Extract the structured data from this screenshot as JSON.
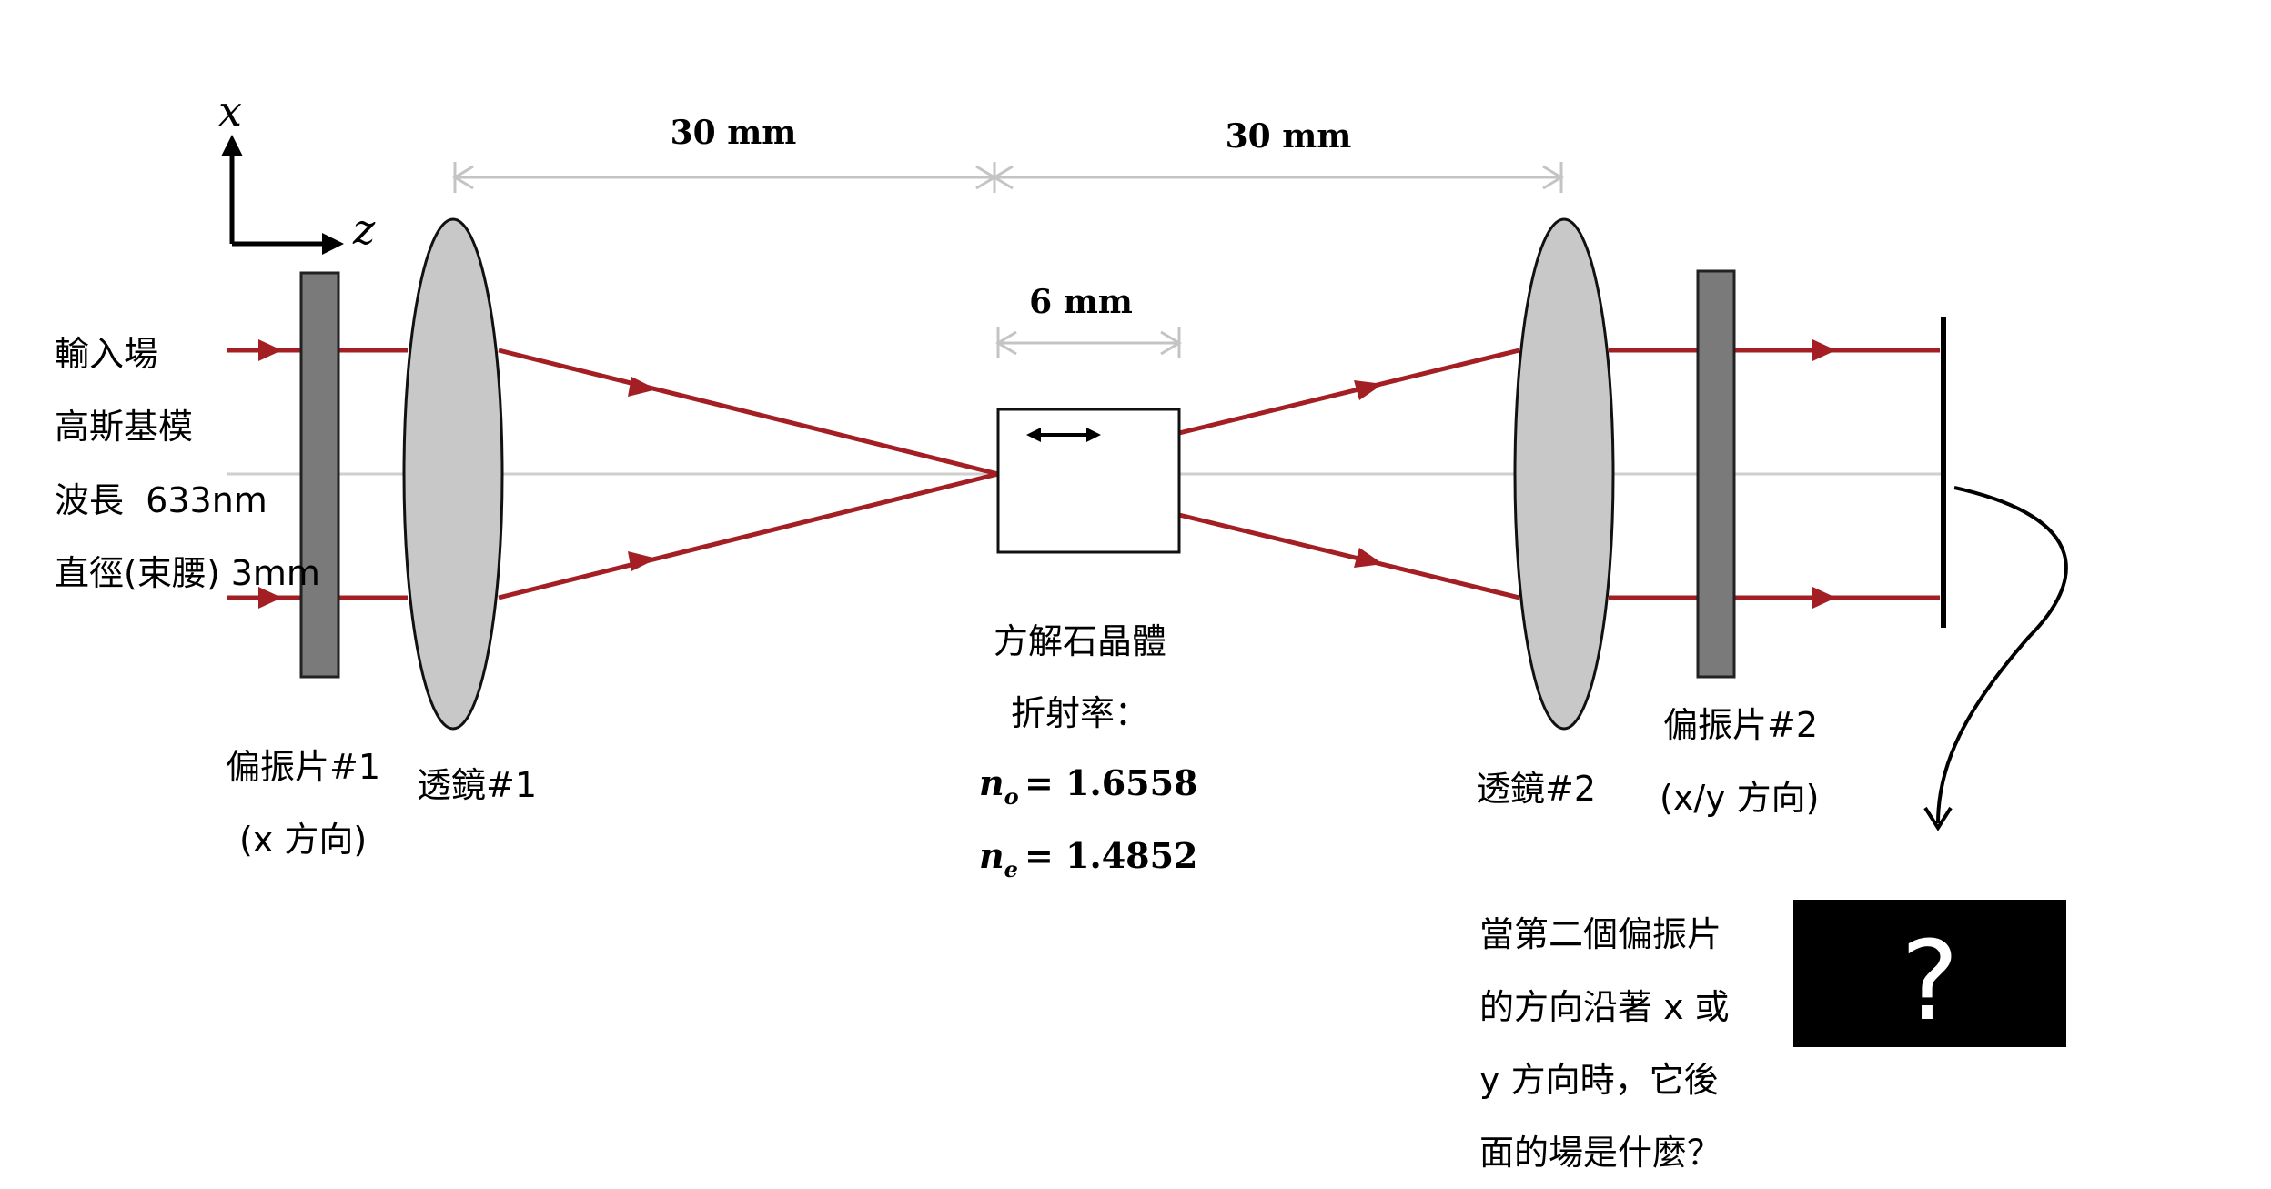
{
  "axes": {
    "x_label": "x",
    "z_label": "z"
  },
  "dimensions": {
    "d1": "30 mm",
    "d2": "30 mm",
    "crystal_length": "6 mm"
  },
  "input_info": [
    "輸入場",
    "高斯基模",
    "波長  633nm",
    "直徑(束腰) 3mm"
  ],
  "polarizer1": {
    "name": "偏振片#1",
    "direction": "(x 方向)"
  },
  "lens1": {
    "name": "透鏡#1"
  },
  "crystal": {
    "name": "方解石晶體",
    "index_label": "折射率：",
    "no_symbol": "n",
    "no_sub": "o",
    "no_value": "= 1.6558",
    "ne_symbol": "n",
    "ne_sub": "e",
    "ne_value": "= 1.4852"
  },
  "lens2": {
    "name": "透鏡#2"
  },
  "polarizer2": {
    "name": "偏振片#2",
    "direction": "(x/y 方向)"
  },
  "question": {
    "lines": [
      "當第二個偏振片",
      "的方向沿著 x 或",
      "y 方向時，它後",
      "面的場是什麼？"
    ],
    "box_symbol": "?"
  },
  "colors": {
    "beam": "#a31f24",
    "optical_axis": "#cfcfcf",
    "lens_fill": "#c8c8c8",
    "polarizer_fill": "#7a7a7a",
    "dimension_line": "#c4c4c4"
  }
}
